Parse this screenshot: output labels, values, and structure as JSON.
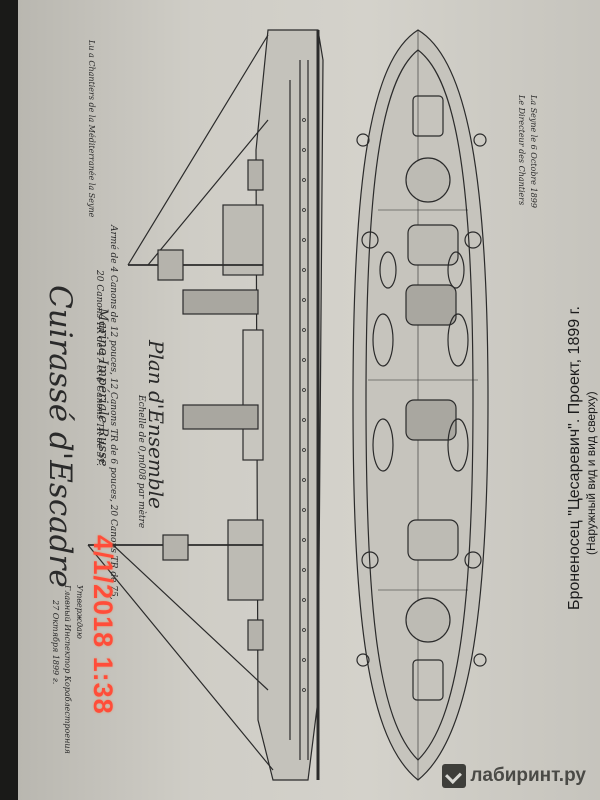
{
  "title_small": "Marine Impériale Russe",
  "title_main": "Cuirassé d'Escadre",
  "subtitle": "Plan d'Ensemble",
  "scale_note": "Echelle de 0,m008 par mètre",
  "spec_line_1": "Armé de 4 Canons de 12 pouces, 12 Canons TR de 6 pouces, 20 Canons TR de 75,",
  "spec_line_2": "20 Canons TR de 47 et 6 Canons TR de 37.",
  "top_right_note": "Lu a Chantiers de la Méditerranée la Seyne",
  "signature_note_1": "La Seyne le 6 Octobre 1899",
  "signature_note_2": "Le Directeur des Chantiers",
  "left_note_1": "Утверждаю",
  "left_note_2": "Главный Инспектор Кораблестроения",
  "left_note_3": "27 Октября 1899 г.",
  "caption_1": "Броненосец \"Цесаревич\". Проект, 1899 г.",
  "caption_2": "(Наружный вид и вид сверху)",
  "timestamp": "4/1/2018 1:38",
  "watermark": "лабиринт.ру",
  "colors": {
    "stamp": "#ff4d3a",
    "ink": "#1c1c1c",
    "paper": "#cfcdc6"
  }
}
